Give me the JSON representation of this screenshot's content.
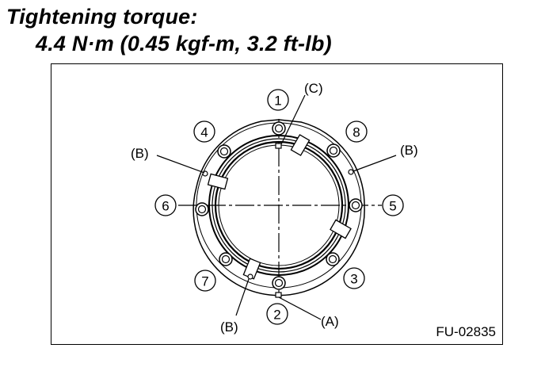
{
  "heading": {
    "line1": "Tightening torque:",
    "line2": "4.4 N·m (0.45 kgf-m, 3.2 ft-lb)"
  },
  "diagram": {
    "figure_code": "FU-02835",
    "sequence_numbers": [
      "1",
      "2",
      "3",
      "4",
      "5",
      "6",
      "7",
      "8"
    ],
    "callouts": {
      "a": "(A)",
      "b_left": "(B)",
      "b_right": "(B)",
      "b_bottom": "(B)",
      "c": "(C)"
    }
  }
}
